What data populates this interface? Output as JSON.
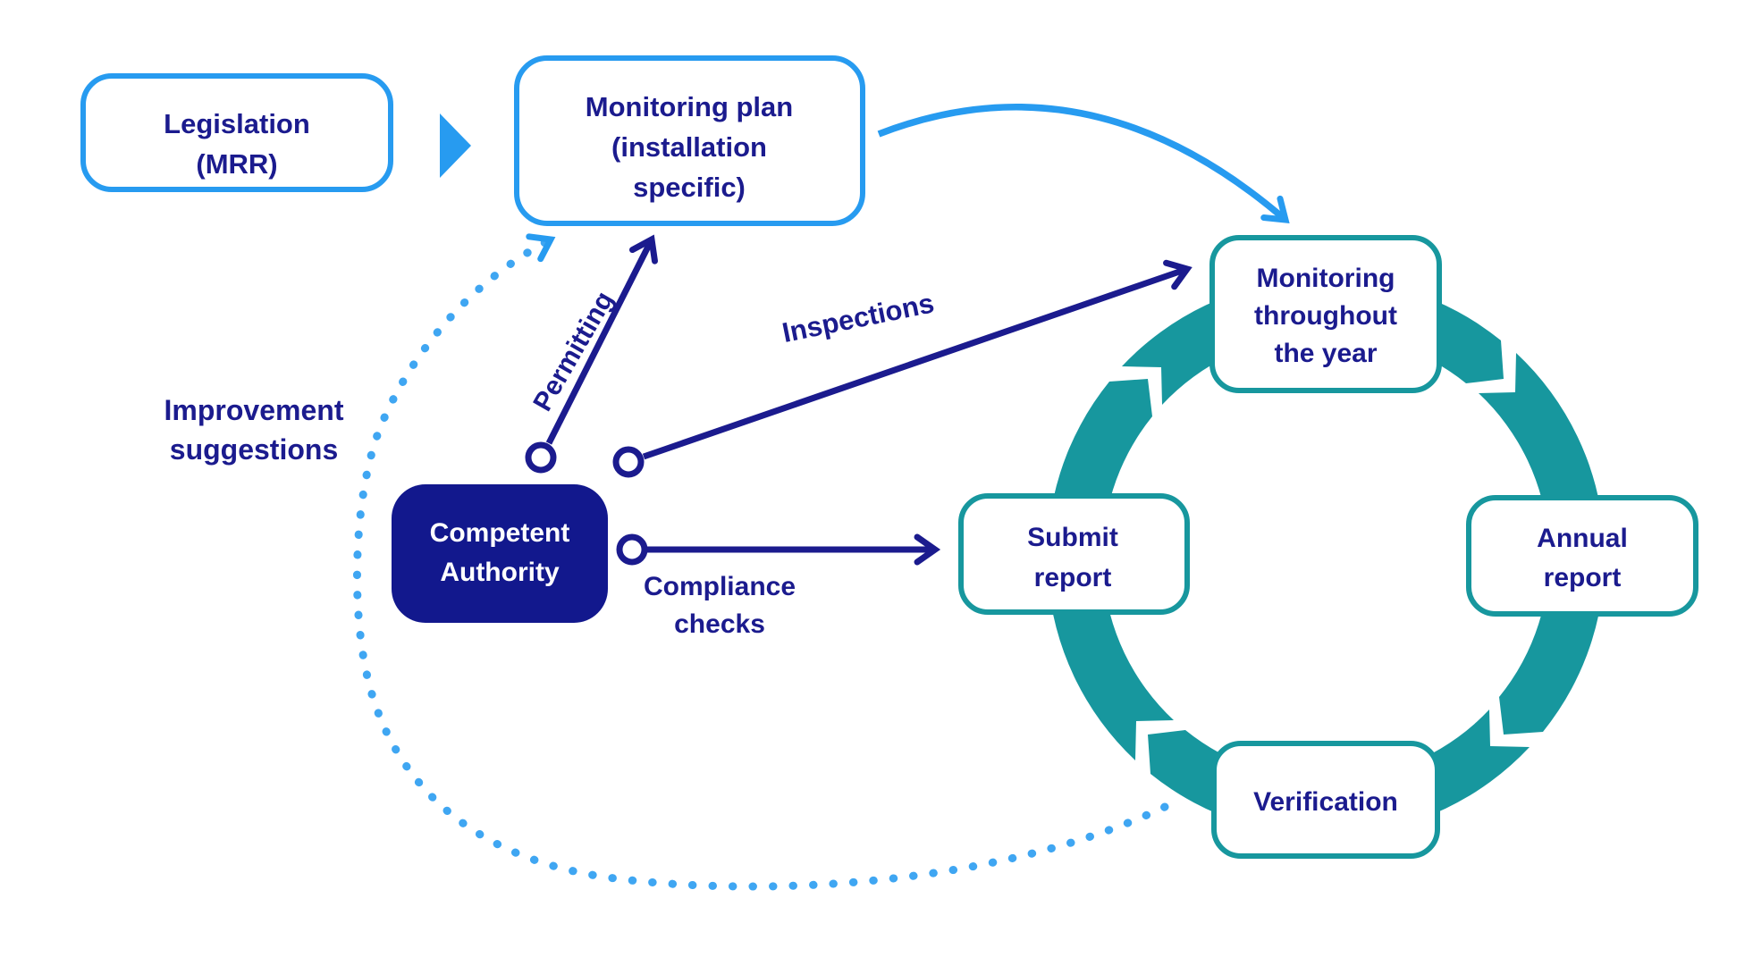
{
  "diagram": {
    "legislation": {
      "lines": [
        "Legislation",
        "(MRR)"
      ]
    },
    "monitoring_plan": {
      "lines": [
        "Monitoring plan",
        "(installation",
        "specific)"
      ]
    },
    "competent_authority": {
      "lines": [
        "Competent",
        "Authority"
      ]
    },
    "cycle": {
      "monitoring_year": {
        "lines": [
          "Monitoring",
          "throughout",
          "the year"
        ]
      },
      "annual_report": {
        "lines": [
          "Annual",
          "report"
        ]
      },
      "verification": {
        "lines": [
          "Verification"
        ]
      },
      "submit_report": {
        "lines": [
          "Submit",
          "report"
        ]
      }
    },
    "labels": {
      "permitting": "Permitting",
      "inspections": "Inspections",
      "compliance_checks": {
        "lines": [
          "Compliance",
          "checks"
        ]
      },
      "improvement_suggestions": {
        "lines": [
          "Improvement",
          "suggestions"
        ]
      }
    },
    "colors": {
      "light_blue": "#279BF0",
      "dot_blue": "#3FA6F2",
      "navy_text": "#1B1B8E",
      "navy_box_fill": "#12188D",
      "teal": "#17979E",
      "background": "#FFFFFF"
    }
  }
}
